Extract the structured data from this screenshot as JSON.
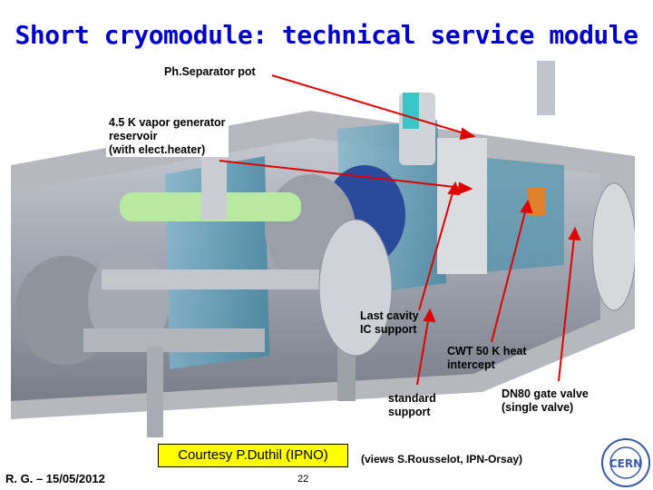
{
  "slide": {
    "title": "Short cryomodule: technical service module",
    "footer": {
      "author_date": "R. G. – 15/05/2012",
      "page_number": "22",
      "courtesy": "Courtesy P.Duthil (IPNO)",
      "views_credit": "(views S.Rousselot, IPN-Orsay)"
    },
    "labels": {
      "phase_separator": "Ph.Separator pot",
      "vapor_generator": "4.5 K vapor generator\nreservoir\n(with elect.heater)",
      "last_cavity": "Last cavity\nIC support",
      "cwt_intercept": "CWT 50 K heat\nintercept",
      "standard_support": "standard\nsupport",
      "gate_valve": "DN80 gate valve\n(single valve)"
    },
    "logo_text": "CERN"
  },
  "colors": {
    "title": "#0000cc",
    "arrow": "#e00000",
    "courtesy_bg": "#ffff00"
  }
}
